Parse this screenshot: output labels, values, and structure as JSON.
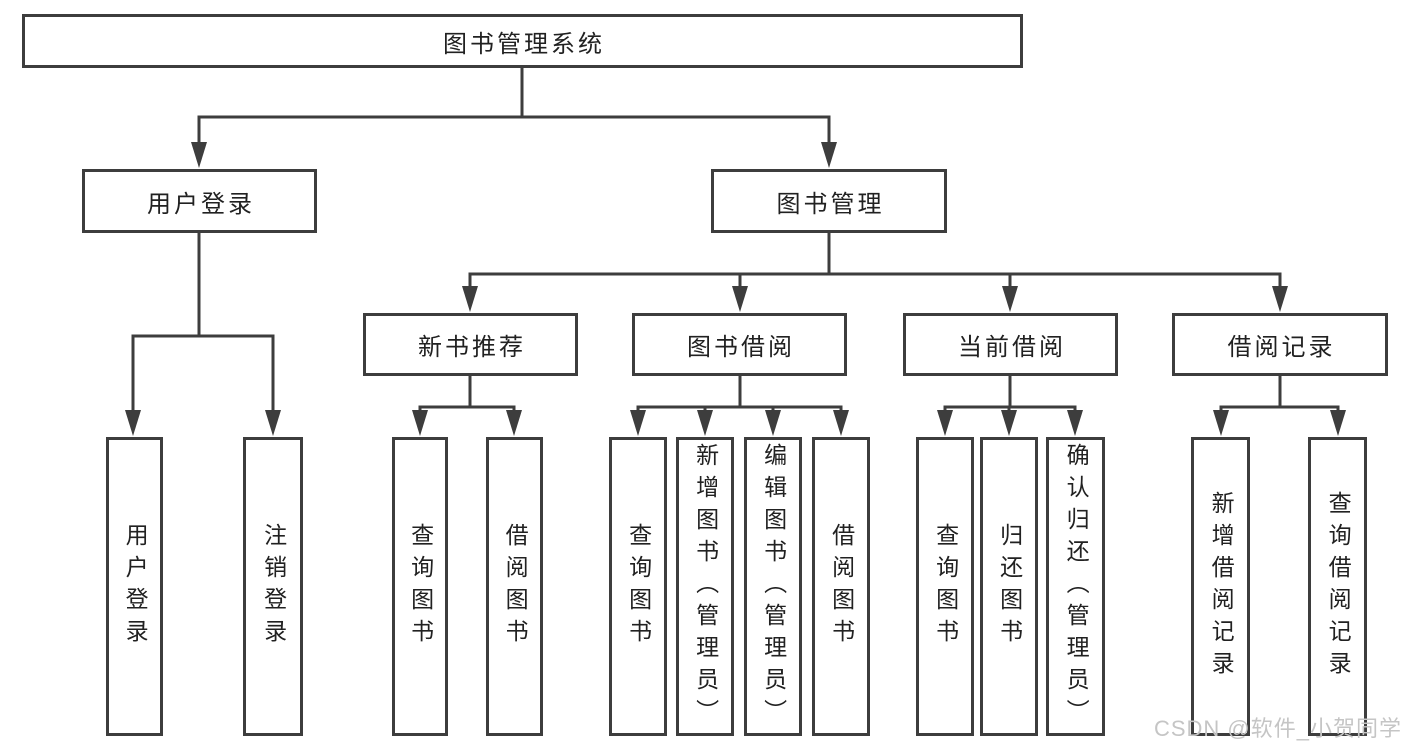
{
  "colors": {
    "line": "#3d3d3d",
    "text": "#212121",
    "box_background": "#ffffff",
    "page_background": "#ffffff",
    "watermark": "#c5c5c5"
  },
  "watermark": {
    "text": "CSDN @软件_小贺同学"
  },
  "tree": {
    "label": "图书管理系统",
    "children": [
      {
        "label": "用户登录",
        "children": [
          {
            "label": "用户登录"
          },
          {
            "label": "注销登录"
          }
        ]
      },
      {
        "label": "图书管理",
        "children": [
          {
            "label": "新书推荐",
            "children": [
              {
                "label": "查询图书"
              },
              {
                "label": "借阅图书"
              }
            ]
          },
          {
            "label": "图书借阅",
            "children": [
              {
                "label": "查询图书"
              },
              {
                "label": "新增图书（管理员）"
              },
              {
                "label": "编辑图书（管理员）"
              },
              {
                "label": "借阅图书"
              }
            ]
          },
          {
            "label": "当前借阅",
            "children": [
              {
                "label": "查询图书"
              },
              {
                "label": "归还图书"
              },
              {
                "label": "确认归还（管理员）"
              }
            ]
          },
          {
            "label": "借阅记录",
            "children": [
              {
                "label": "新增借阅记录"
              },
              {
                "label": "查询借阅记录"
              }
            ]
          }
        ]
      }
    ]
  }
}
